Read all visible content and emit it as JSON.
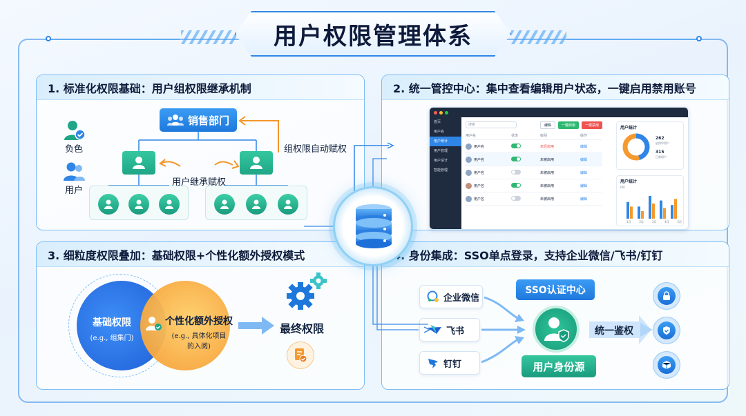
{
  "title": "用户权限管理体系",
  "panel1": {
    "heading": "1. 标准化权限基础：用户组权限继承机制",
    "role_owner": "负色",
    "role_user": "用户",
    "dept": "销售部门",
    "auto_grant": "组权限自动赋权",
    "inherit": "用户继承赋权"
  },
  "panel2": {
    "heading": "2. 统一管控中心：集中查看编辑用户状态，一键启用禁用账号",
    "sidebar": [
      "首页",
      "用户名",
      "用户统计",
      "用户管理",
      "用户设计",
      "智能管理"
    ],
    "search_placeholder": "搜索",
    "btn_edit": "编辑",
    "btn_enable": "一键启用",
    "btn_disable": "一键禁用",
    "columns": [
      "用户名",
      "状态",
      "级别",
      "操作"
    ],
    "rows": [
      {
        "name": "用户名",
        "on": true,
        "status": "未经启用",
        "op": "编辑"
      },
      {
        "name": "用户名",
        "on": true,
        "status": "未被启用",
        "op": "编辑"
      },
      {
        "name": "用户名",
        "on": false,
        "status": "未被启用",
        "op": "编辑"
      },
      {
        "name": "用户名",
        "on": true,
        "status": "未被启用",
        "op": "编辑"
      },
      {
        "name": "用户名",
        "on": false,
        "status": "未被启用",
        "op": "编辑"
      }
    ],
    "stats_title": "用户统计",
    "stat1_value": "262",
    "stat1_label": "启用中用户",
    "stat2_value": "315",
    "stat2_label": "已禁用户",
    "bar_title": "用户统计",
    "bar_ymax": "100",
    "bar_x": [
      "1月",
      "2月",
      "3月",
      "4月",
      "5月"
    ],
    "bar_blue": [
      55,
      40,
      75,
      60,
      45
    ],
    "bar_orange": [
      40,
      25,
      50,
      35,
      65
    ]
  },
  "panel3": {
    "heading": "3. 细粒度权限叠加：基础权限+个性化额外授权模式",
    "base_title": "基础权限",
    "base_sub": "(e.g., 组集门)",
    "extra_title": "个性化额外授权",
    "extra_sub1": "(e.g., 具体化项目",
    "extra_sub2": "的入阅)",
    "final": "最终权限"
  },
  "panel4": {
    "heading": "4. 身份集成：SSO单点登录，支持企业微信/飞书/钉钉",
    "src1": "企业微信",
    "src2": "飞书",
    "src3": "钉钉",
    "sso_center": "SSO认证中心",
    "identity": "用户身份源",
    "auth": "统一鉴权"
  },
  "colors": {
    "primary": "#2f86e6",
    "green": "#1fa686",
    "orange": "#f59a2e"
  }
}
